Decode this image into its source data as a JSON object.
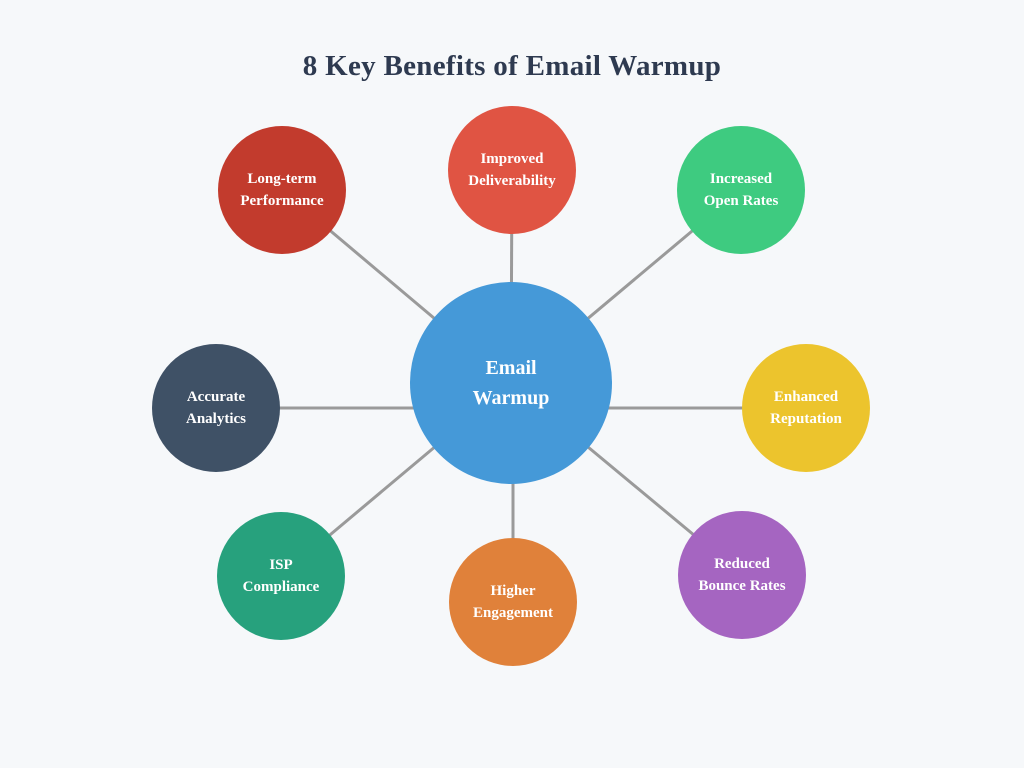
{
  "title": "8 Key Benefits of Email Warmup",
  "colors": {
    "background": "#f6f8fa",
    "title_text": "#2e3a50",
    "connector_line": "#9a9a9a",
    "node_text": "#ffffff"
  },
  "diagram": {
    "center": {
      "label": "Email\nWarmup",
      "color": "#4599d8"
    },
    "nodes": [
      {
        "id": "improved-deliverability",
        "label": "Improved\nDeliverability",
        "color": "#e05443",
        "position": "top"
      },
      {
        "id": "increased-open-rates",
        "label": "Increased\nOpen Rates",
        "color": "#3ecb80",
        "position": "top-right"
      },
      {
        "id": "enhanced-reputation",
        "label": "Enhanced\nReputation",
        "color": "#ecc42d",
        "position": "right"
      },
      {
        "id": "reduced-bounce-rates",
        "label": "Reduced\nBounce Rates",
        "color": "#a565c1",
        "position": "bottom-right"
      },
      {
        "id": "higher-engagement",
        "label": "Higher\nEngagement",
        "color": "#e0813a",
        "position": "bottom"
      },
      {
        "id": "isp-compliance",
        "label": "ISP\nCompliance",
        "color": "#27a17d",
        "position": "bottom-left"
      },
      {
        "id": "accurate-analytics",
        "label": "Accurate\nAnalytics",
        "color": "#3f5166",
        "position": "left"
      },
      {
        "id": "long-term-performance",
        "label": "Long-term\nPerformance",
        "color": "#c23b2d",
        "position": "top-left"
      }
    ]
  }
}
